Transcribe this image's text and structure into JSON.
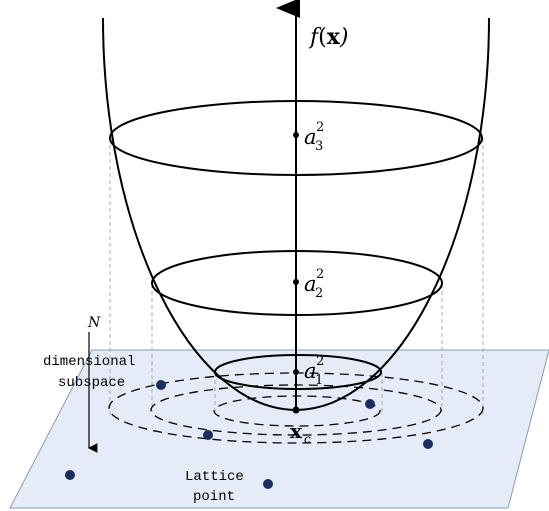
{
  "diagram": {
    "axis_label": {
      "prefix": "f",
      "open": "(",
      "var": "x",
      "close": ")"
    },
    "levels": [
      {
        "name": "a3",
        "base": "a",
        "sup": "2",
        "sub": "3"
      },
      {
        "name": "a2",
        "base": "a",
        "sup": "2",
        "sub": "2"
      },
      {
        "name": "a1",
        "base": "a",
        "sup": "2",
        "sub": "1"
      }
    ],
    "center_label": {
      "base": "x",
      "sub": "c"
    },
    "subspace_label": {
      "line1": "N",
      "line2": "dimensional",
      "line3": "subspace"
    },
    "lattice_label": {
      "line1": "Lattice",
      "line2": "point"
    },
    "colors": {
      "plane_fill": "#e6ecf7",
      "plane_stroke": "#8a9bb5",
      "dot": "#1b2f5e",
      "ink": "#000000",
      "guide": "#999999"
    }
  }
}
